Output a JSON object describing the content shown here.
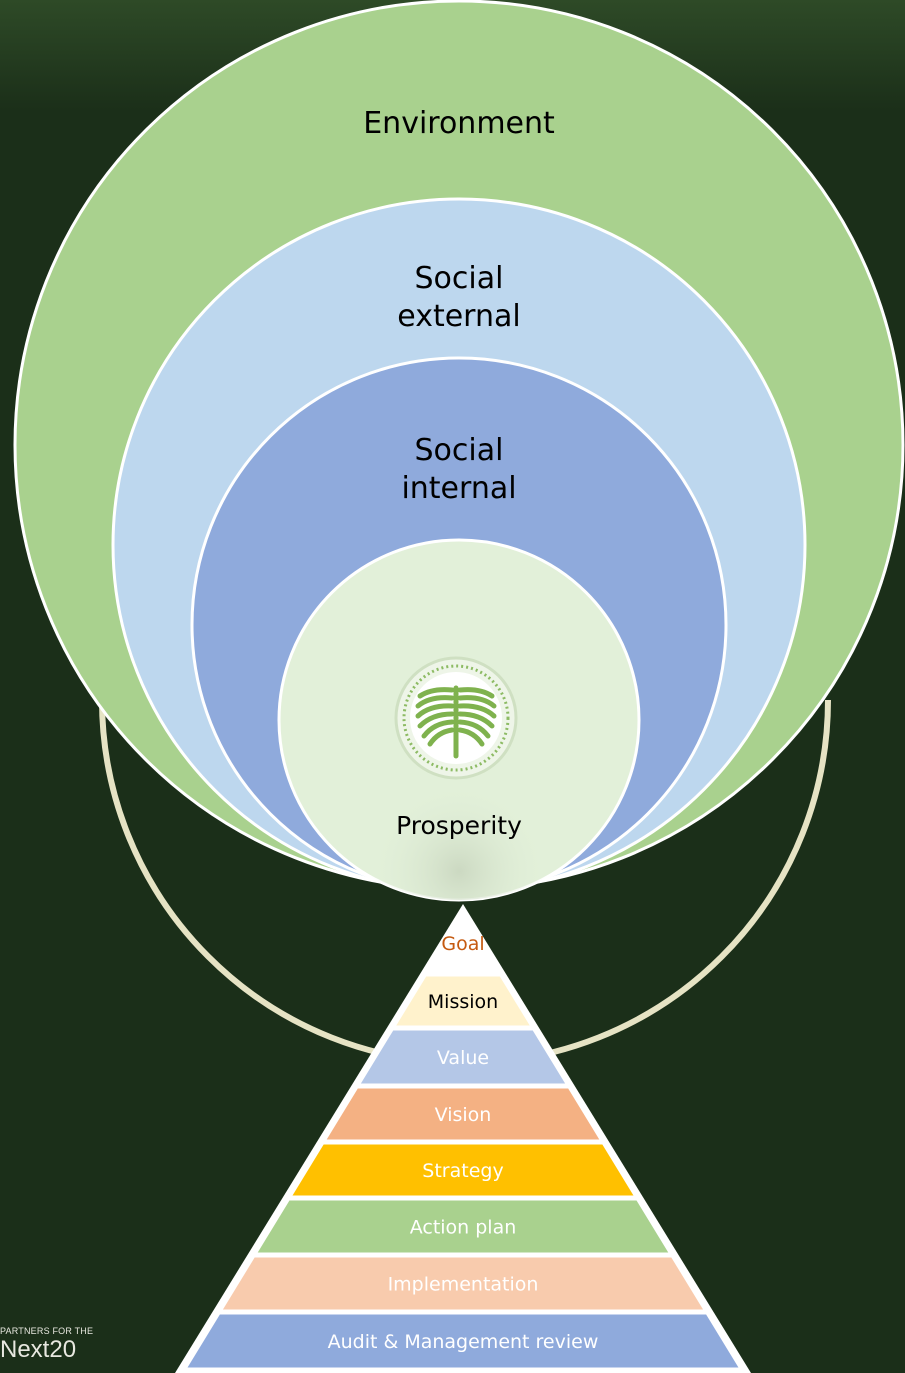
{
  "rings": {
    "environment": {
      "label": "Environment",
      "color": "#a9d18e"
    },
    "social_external": {
      "label_lines": [
        "Social",
        "external"
      ],
      "color": "#bdd7ee"
    },
    "social_internal": {
      "label_lines": [
        "Social",
        "internal"
      ],
      "color": "#8faadc"
    },
    "prosperity": {
      "label": "Prosperity",
      "color": "#e2f0d9",
      "icon": "palm-leaf-icon"
    }
  },
  "pyramid": {
    "levels": [
      {
        "label": "Goal",
        "fill": "#ffffff",
        "text_color": "#c55a11"
      },
      {
        "label": "Mission",
        "fill": "#fff2cc",
        "text_color": "#000000"
      },
      {
        "label": "Value",
        "fill": "#b4c7e7",
        "text_color": "#ffffff"
      },
      {
        "label": "Vision",
        "fill": "#f4b183",
        "text_color": "#ffffff"
      },
      {
        "label": "Strategy",
        "fill": "#ffc000",
        "text_color": "#ffffff"
      },
      {
        "label": "Action plan",
        "fill": "#a9d18e",
        "text_color": "#ffffff"
      },
      {
        "label": "Implementation",
        "fill": "#f8cbad",
        "text_color": "#ffffff"
      },
      {
        "label": "Audit & Management review",
        "fill": "#8faadc",
        "text_color": "#ffffff"
      }
    ]
  },
  "logo": {
    "top_text": "PARTNERS FOR THE",
    "main_text": "Next20"
  }
}
